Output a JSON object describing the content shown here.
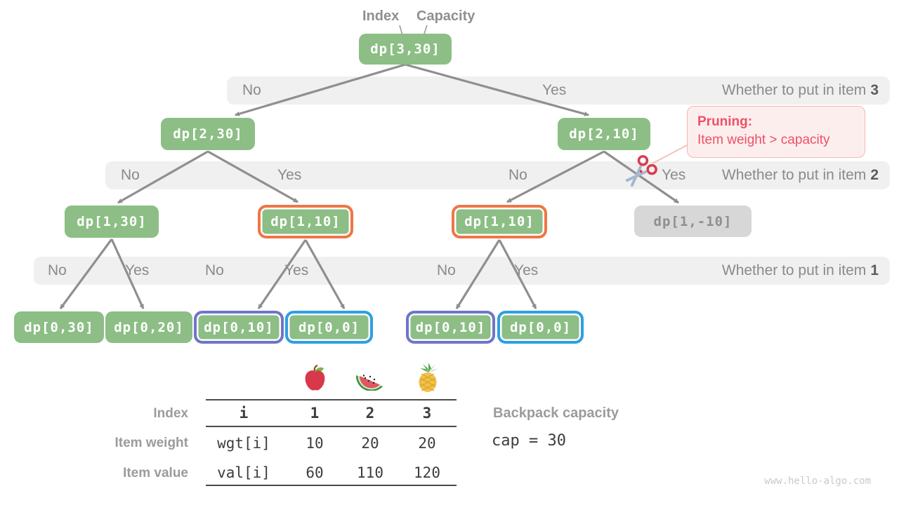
{
  "colors": {
    "green": "#8cbe85",
    "orange": "#ef7647",
    "purple": "#6f75c8",
    "blue": "#2f9fe3",
    "gray_node": "#d7d7d7",
    "gray_node_text": "#8f8f8f",
    "band_bg": "#f0f0f0",
    "band_text": "#8a8a8a",
    "arrow": "#8f8f8f",
    "pruning_red": "#ee5066",
    "pruning_bg": "#fdeeee",
    "pruning_border": "#f5b8b2",
    "table_text": "#3d3d3d",
    "label_gray": "#9b9b9b",
    "watermark": "#c9c9c9"
  },
  "pointer_labels": {
    "index": "Index",
    "capacity": "Capacity"
  },
  "nodes": [
    {
      "label": "dp[3,30]"
    },
    {
      "label": "dp[2,30]"
    },
    {
      "label": "dp[2,10]"
    },
    {
      "label": "dp[1,30]"
    },
    {
      "label": "dp[1,10]"
    },
    {
      "label": "dp[1,10]"
    },
    {
      "label": "dp[1,-10]"
    },
    {
      "label": "dp[0,30]"
    },
    {
      "label": "dp[0,20]"
    },
    {
      "label": "dp[0,10]"
    },
    {
      "label": "dp[0,0]"
    },
    {
      "label": "dp[0,10]"
    },
    {
      "label": "dp[0,0]"
    }
  ],
  "bands": [
    {
      "decisions": [
        "No",
        "Yes"
      ],
      "caption": "Whether to put in item",
      "item_num": "3"
    },
    {
      "decisions": [
        "No",
        "Yes",
        "No",
        "Yes"
      ],
      "caption": "Whether to put in item",
      "item_num": "2"
    },
    {
      "decisions": [
        "No",
        "Yes",
        "No",
        "Yes",
        "No",
        "Yes"
      ],
      "caption": "Whether to put in item",
      "item_num": "1"
    }
  ],
  "pruning": {
    "title": "Pruning:",
    "body": "Item weight > capacity"
  },
  "table": {
    "fruit_icons": [
      "apple-icon",
      "watermelon-icon",
      "pineapple-icon"
    ],
    "rows": [
      {
        "label": "Index",
        "code": "i",
        "values": [
          "1",
          "2",
          "3"
        ]
      },
      {
        "label": "Item weight",
        "code": "wgt[i]",
        "values": [
          "10",
          "20",
          "20"
        ]
      },
      {
        "label": "Item value",
        "code": "val[i]",
        "values": [
          "60",
          "110",
          "120"
        ]
      }
    ]
  },
  "capacity": {
    "label": "Backpack capacity",
    "value": "cap = 30"
  },
  "watermark": "www.hello-algo.com"
}
